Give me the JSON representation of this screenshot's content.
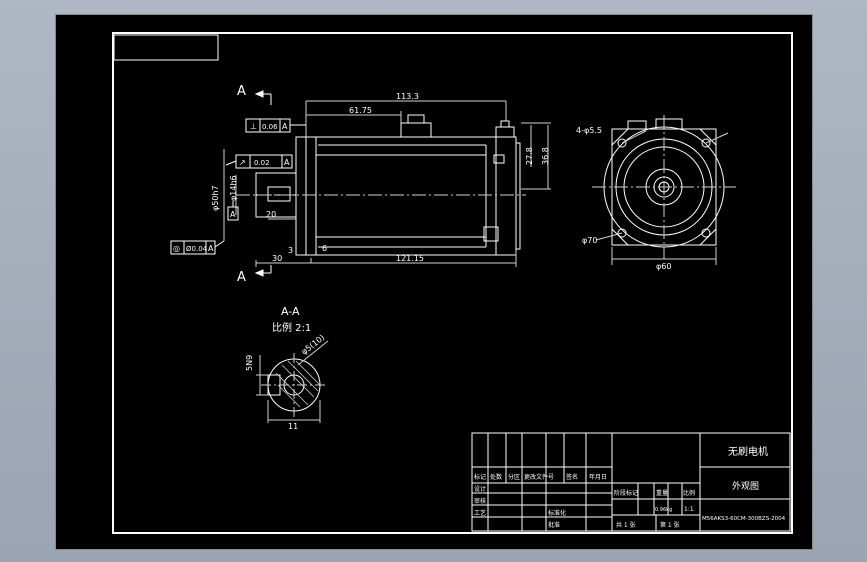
{
  "colors": {
    "background": "#000000",
    "lines": "#ffffff",
    "dim": "#d0d0d0",
    "viewport": "#aeb7c3"
  },
  "section_markers": {
    "top": "A",
    "bottom": "A"
  },
  "side_view": {
    "dims": {
      "overall_length": "113.3",
      "body_length": "61.75",
      "length_2": "121.15",
      "shaft_length": "30",
      "step_3": "3",
      "step_6": "6",
      "key_length": "20",
      "height_27_8": "27.8",
      "height_36_8": "36.8"
    },
    "tolerances": {
      "perp": {
        "symbol": "⊥",
        "value": "0.06",
        "datum": "A"
      },
      "runout": {
        "symbol": "↗",
        "value": "0.02",
        "datum": "A"
      },
      "concentric": {
        "symbol": "◎",
        "value": "Ø0.04",
        "datum": "A"
      }
    },
    "shaft_dia": "φ14h6",
    "pilot_dia": "φ50h7",
    "datum_label": "A"
  },
  "front_view": {
    "holes": "4-φ5.5",
    "bolt_circle": "φ70",
    "flange": "φ60"
  },
  "section_view": {
    "title": "A-A",
    "scale": "比例 2:1",
    "key_width": "5N9",
    "key_depth": "11",
    "dia": "φ5(10)"
  },
  "title_block": {
    "project": "无刷电机",
    "drawing_name": "外观图",
    "drawing_number": "M56AKS3-60CM-300BZS-2004",
    "rows": [
      "标记",
      "处数",
      "分区",
      "更改文件号",
      "签名",
      "年月日"
    ],
    "roles": [
      "设计",
      "审核",
      "工艺",
      "标准化",
      "批准"
    ],
    "cols": [
      "阶段标记",
      "重量",
      "比例"
    ],
    "weight": "0.96kg",
    "scale_value": "1:1",
    "sheet_total": "共 1 张",
    "sheet_no": "第 1 张"
  }
}
